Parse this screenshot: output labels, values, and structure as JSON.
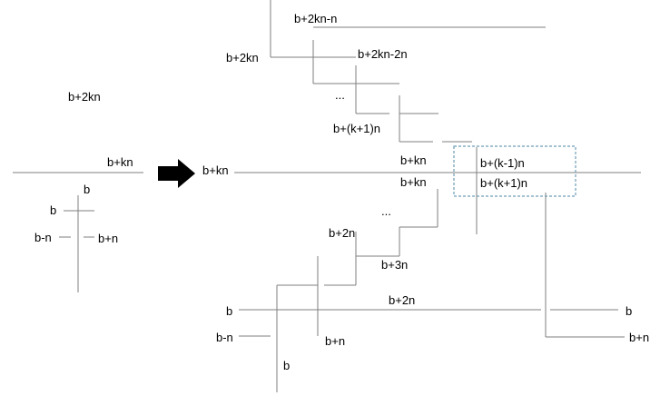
{
  "colors": {
    "line": "#7f7f7f",
    "arrow": "#000000",
    "highlight_border": "#6d9eb8",
    "text": "#000000"
  },
  "icons": {
    "arrow": "right-arrow-icon"
  },
  "left_panel": {
    "top_label": "b+2kn",
    "line_label": "b+kn",
    "cross_top": "b",
    "cross_left_upper": "b",
    "cross_left": "b-n",
    "cross_right": "b+n"
  },
  "right_panel": {
    "top_corner": "b+2kn-n",
    "left_corner": "b+2kn",
    "stair_upper_1": "b+2kn-2n",
    "ellipsis_upper": "...",
    "stair_upper_2": "b+(k+1)n",
    "mid_upper": "b+kn",
    "main_line_start": "b+kn",
    "mid_lower": "b+kn",
    "ellipsis_lower": "...",
    "stair_lower_1": "b+2n",
    "stair_lower_2": "b+3n",
    "bottom_line_mid": "b+2n",
    "bottom_left_b": "b",
    "bottom_left_bn": "b-n",
    "bottom_mid_bn": "b+n",
    "bottom_vertical_b": "b",
    "bottom_right_b": "b",
    "bottom_right_bn": "b+n",
    "box_upper": "b+(k-1)n",
    "box_lower": "b+(k+1)n"
  }
}
